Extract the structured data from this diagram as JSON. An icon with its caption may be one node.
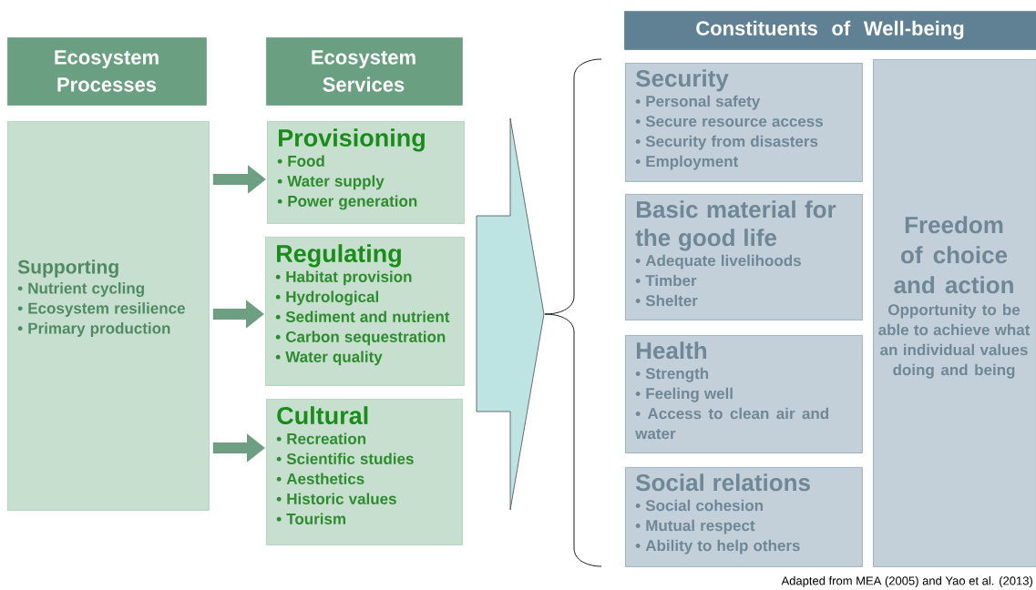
{
  "diagram": {
    "caption": "Adapted from MEA (2005) and Yao et al. (2013)",
    "nodes": [
      {
        "text": [
          "Ecosystem Processes"
        ]
      },
      {
        "text": [
          "Ecosystem Services"
        ]
      },
      {
        "text": [
          "Supporting",
          "• Nutrient cycling",
          "• Ecosystem resilience",
          "• Primary production"
        ]
      },
      {
        "text": [
          "Provisioning",
          "• Food",
          "• Water supply",
          "• Power generation"
        ]
      },
      {
        "text": [
          "Regulating",
          "• Habitat provision",
          "• Hydrological",
          "• Sediment and nutrient",
          "• Carbon sequestration",
          "• Water quality"
        ]
      },
      {
        "text": [
          "Cultural",
          "• Recreation",
          "• Scientific studies",
          "• Aesthetics",
          "• Historic values",
          "• Tourism"
        ]
      },
      {
        "text": [],
        "shape": "arrow"
      },
      {
        "text": [
          "Constituents of Well-being"
        ]
      },
      {
        "text": [
          "Security",
          "• Personal safety",
          "• Secure resource access",
          "• Security from disasters",
          "• Employment"
        ]
      },
      {
        "text": [
          "Basic material for the good life",
          "• Adequate livelihoods",
          "• Timber",
          "• Shelter"
        ]
      },
      {
        "text": [
          "Health",
          "• Strength",
          "• Feeling well",
          "• Access to clean air and water"
        ]
      },
      {
        "text": [
          "Social relations",
          "• Social cohesion",
          "• Mutual respect",
          "• Ability to help others"
        ]
      },
      {
        "text": [
          "Freedom of choice and action",
          "Opportunity to be able to achieve what an individual values doing and being"
        ]
      }
    ],
    "edges": [
      {
        "from": 2,
        "to": 3,
        "arrow": "to"
      },
      {
        "from": 2,
        "to": 4,
        "arrow": "to"
      },
      {
        "from": 2,
        "to": 5,
        "arrow": "to"
      }
    ]
  }
}
